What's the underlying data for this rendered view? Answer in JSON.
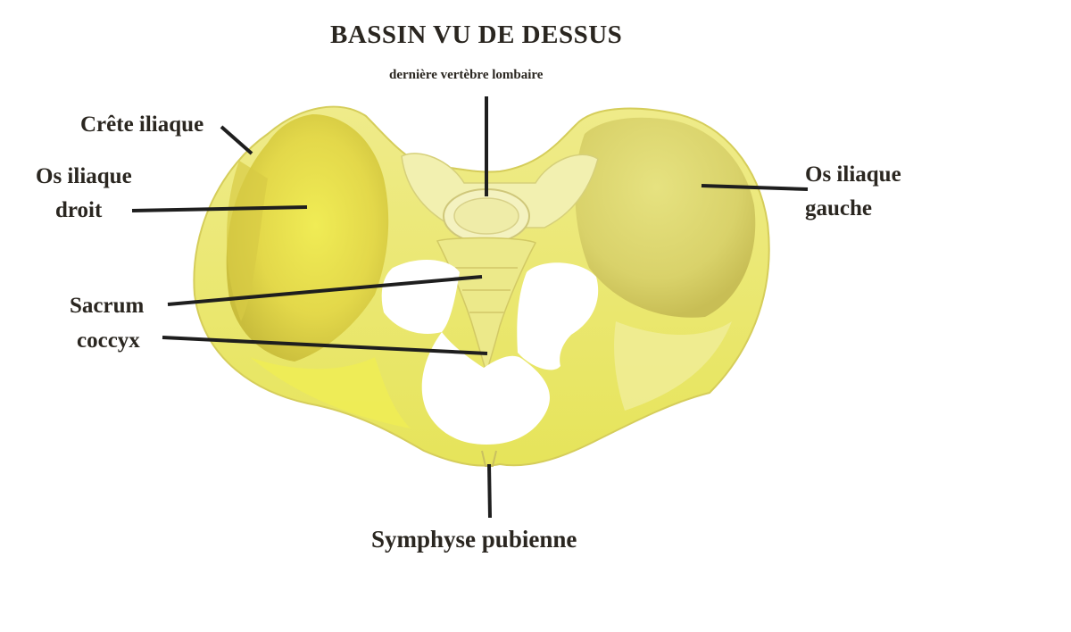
{
  "diagram": {
    "title": "BASSIN VU DE DESSUS",
    "labels": {
      "vertebra": "dernière vertèbre lombaire",
      "iliac_crest": "Crête iliaque",
      "right_iliac_line1": "Os iliaque",
      "right_iliac_line2": "droit",
      "left_iliac_line1": "Os iliaque",
      "left_iliac_line2": "gauche",
      "sacrum": "Sacrum",
      "coccyx": "coccyx",
      "symphysis": "Symphyse pubienne"
    },
    "colors": {
      "bone_fill": "#e8e47a",
      "bone_light": "#f2f0a8",
      "bone_bright": "#eeee50",
      "bone_shadow": "#cfc54c",
      "leader_line": "#1e1e1e",
      "text": "#2a2620"
    }
  }
}
